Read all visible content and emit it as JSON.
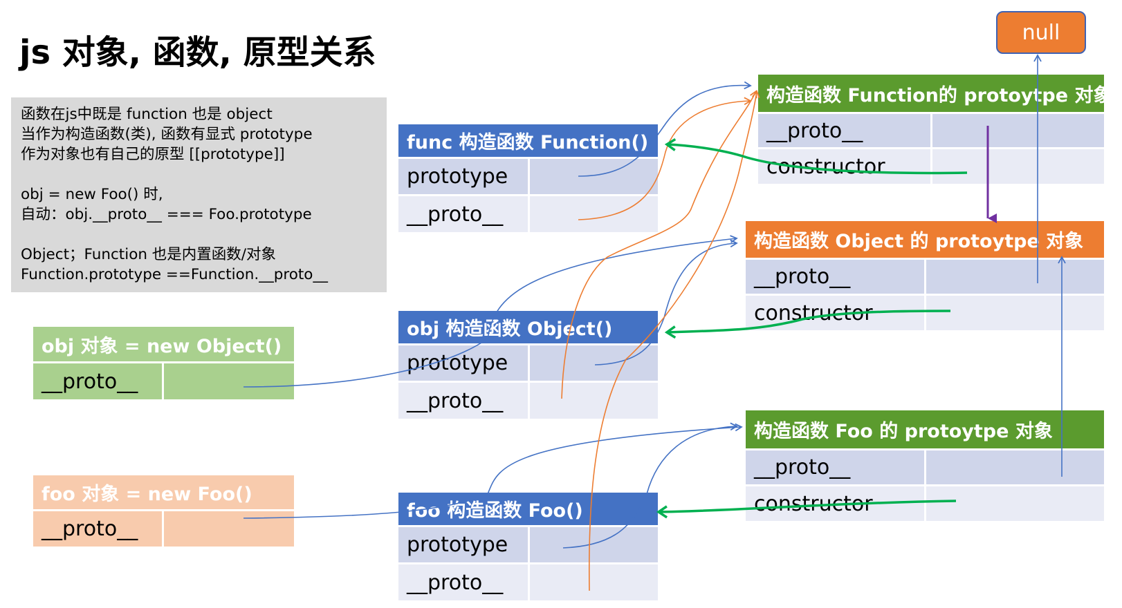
{
  "title": "js 对象, 函数, 原型关系",
  "note": {
    "line1": "函数在js中既是 function 也是 object",
    "line2": "当作为构造函数(类), 函数有显式 prototype",
    "line3": "作为对象也有自己的原型 [[prototype]]",
    "line4": "obj = new Foo() 时,",
    "line5": "自动：obj.__proto__ === Foo.prototype",
    "line6": "Object；Function 也是内置函数/对象",
    "line7": "Function.prototype ==Function.__proto__"
  },
  "null_label": "null",
  "obj_object": {
    "header": "obj 对象 = new Object()",
    "row1": "__proto__"
  },
  "foo_object": {
    "header": "foo 对象 = new Foo()",
    "row1": "__proto__"
  },
  "func_function": {
    "header": "func 构造函数 Function()",
    "row1": "prototype",
    "row2": "__proto__"
  },
  "obj_function": {
    "header": "obj 构造函数 Object()",
    "row1": "prototype",
    "row2": "__proto__"
  },
  "foo_function": {
    "header": "foo 构造函数 Foo()",
    "row1": "prototype",
    "row2": "__proto__"
  },
  "function_prototype": {
    "header": "构造函数 Function的 protoytpe 对象",
    "row1": "__proto__",
    "row2": "constructor"
  },
  "object_prototype": {
    "header": "构造函数 Object 的 protoytpe 对象",
    "row1": "__proto__",
    "row2": "constructor"
  },
  "foo_prototype": {
    "header": "构造函数 Foo 的 protoytpe 对象",
    "row1": "__proto__",
    "row2": "constructor"
  },
  "colors": {
    "blue_header": "#4472c4",
    "blue_row": "#cfd5ea",
    "green_header": "#5b9b2e",
    "orange_header": "#ed7d31",
    "light_green_header": "#a9d08e",
    "light_orange_header": "#f8cbad",
    "note_bg": "#d9d9d9",
    "arrow_blue": "#4472c4",
    "arrow_orange": "#ed7d31",
    "arrow_green": "#00b050",
    "arrow_purple": "#7030a0"
  }
}
